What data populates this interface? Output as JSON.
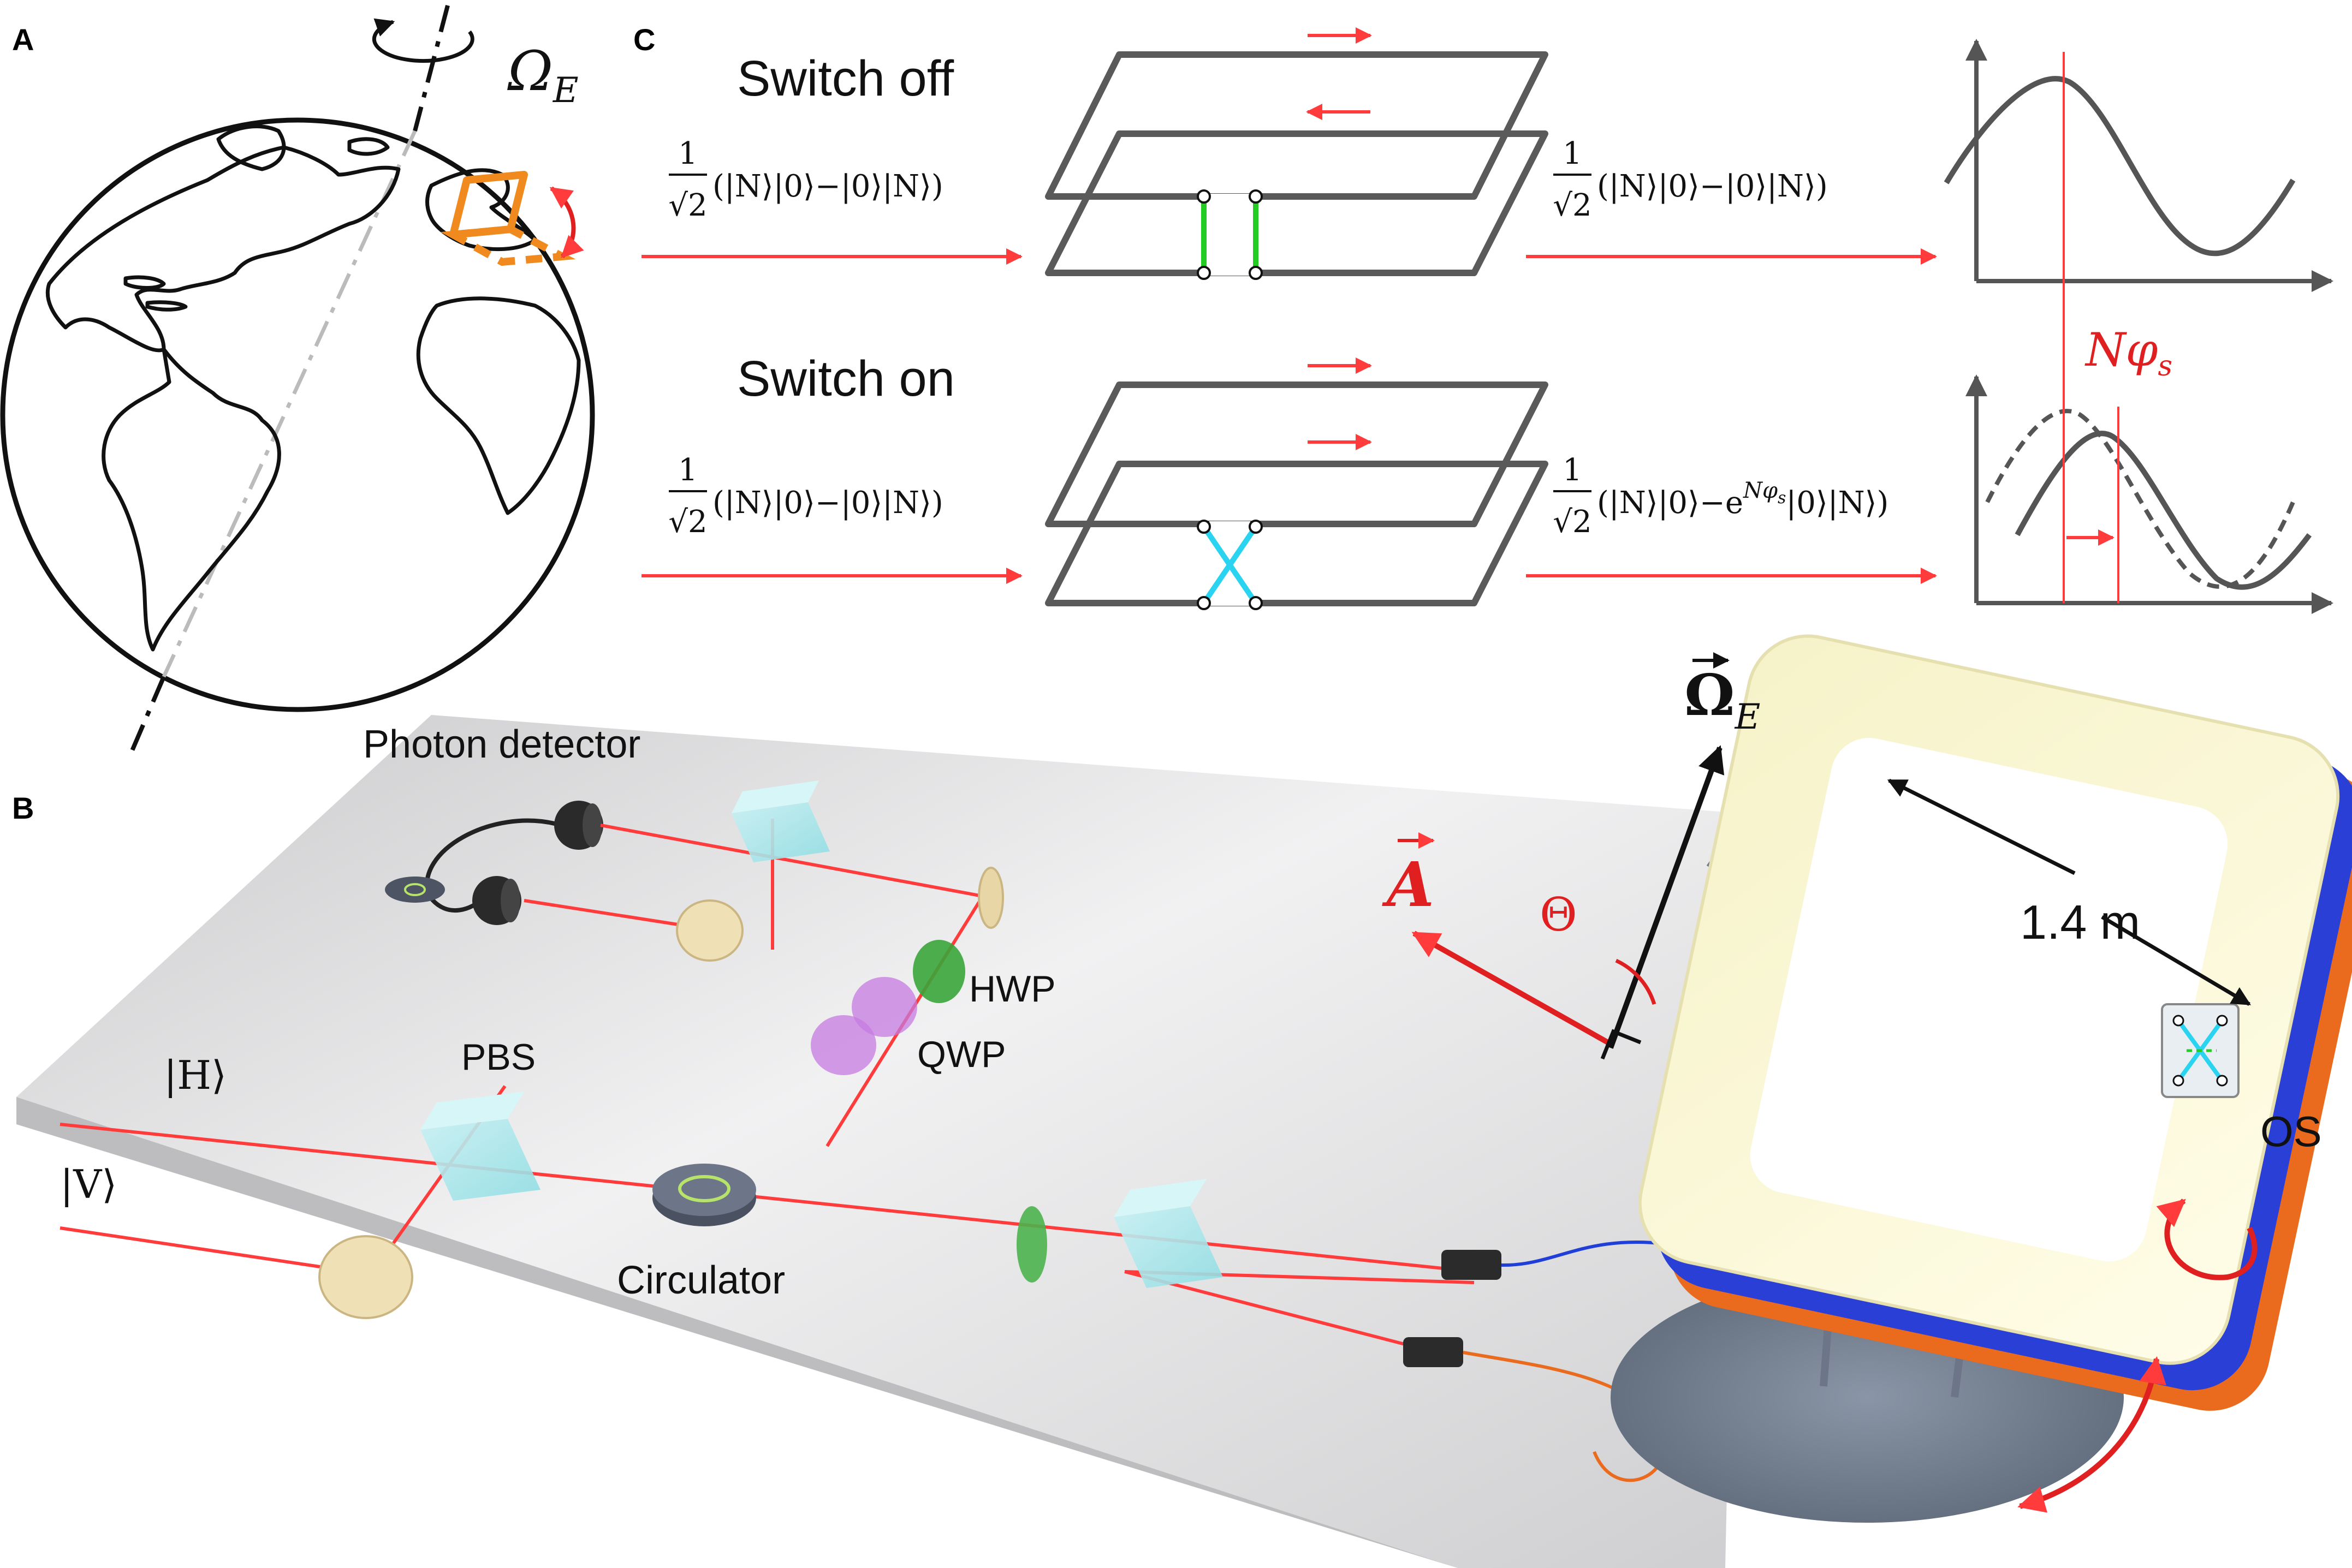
{
  "panel_a": {
    "label": "A",
    "rotation_label": "Ω",
    "rotation_sub": "E"
  },
  "panel_b": {
    "label": "B",
    "photon_detector": "Photon detector",
    "hwp": "HWP",
    "qwp": "QWP",
    "pbs": "PBS",
    "circulator": "Circulator",
    "h_state": "|H⟩",
    "v_state": "|V⟩",
    "omega_vec": "Ω",
    "omega_sub": "E",
    "area_vec": "A",
    "theta": "Θ",
    "size": "1.4 m",
    "os": "OS"
  },
  "panel_c": {
    "label": "C",
    "switch_off": "Switch off",
    "switch_on": "Switch on",
    "state_in": "(|N⟩|0⟩−|0⟩|N⟩)",
    "state_out_off": "(|N⟩|0⟩−|0⟩|N⟩)",
    "state_out_on_a": "(|N⟩|0⟩−e",
    "state_out_on_exp": "Nφ",
    "state_out_on_exp_sub": "s",
    "state_out_on_b": "|0⟩|N⟩)",
    "frac_num": "1",
    "frac_den": "√2",
    "phase_label": "Nφ",
    "phase_sub": "s"
  },
  "colors": {
    "red": "#ff3b3b",
    "orange": "#f08a1e",
    "green": "#22cc22",
    "cyan": "#2ad4f0",
    "gray": "#555555"
  }
}
